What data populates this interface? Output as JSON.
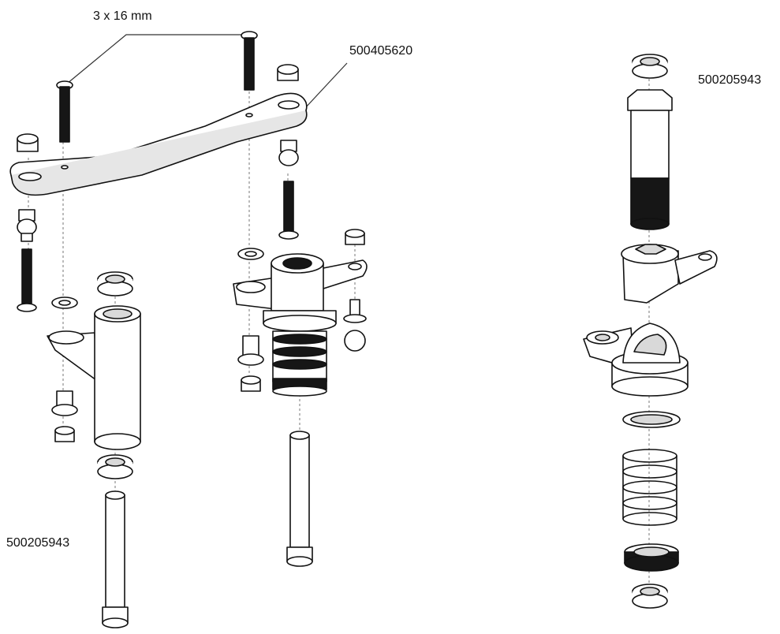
{
  "labels": {
    "screw_spec": "3 x 16 mm",
    "arm_part": "500405620",
    "bearing_part_right": "500205943",
    "bearing_part_left": "500205943"
  },
  "colors": {
    "line": "#111111",
    "fill": "#ffffff",
    "dark": "#161616",
    "shade": "#d9d9d9",
    "dash": "#777777"
  }
}
